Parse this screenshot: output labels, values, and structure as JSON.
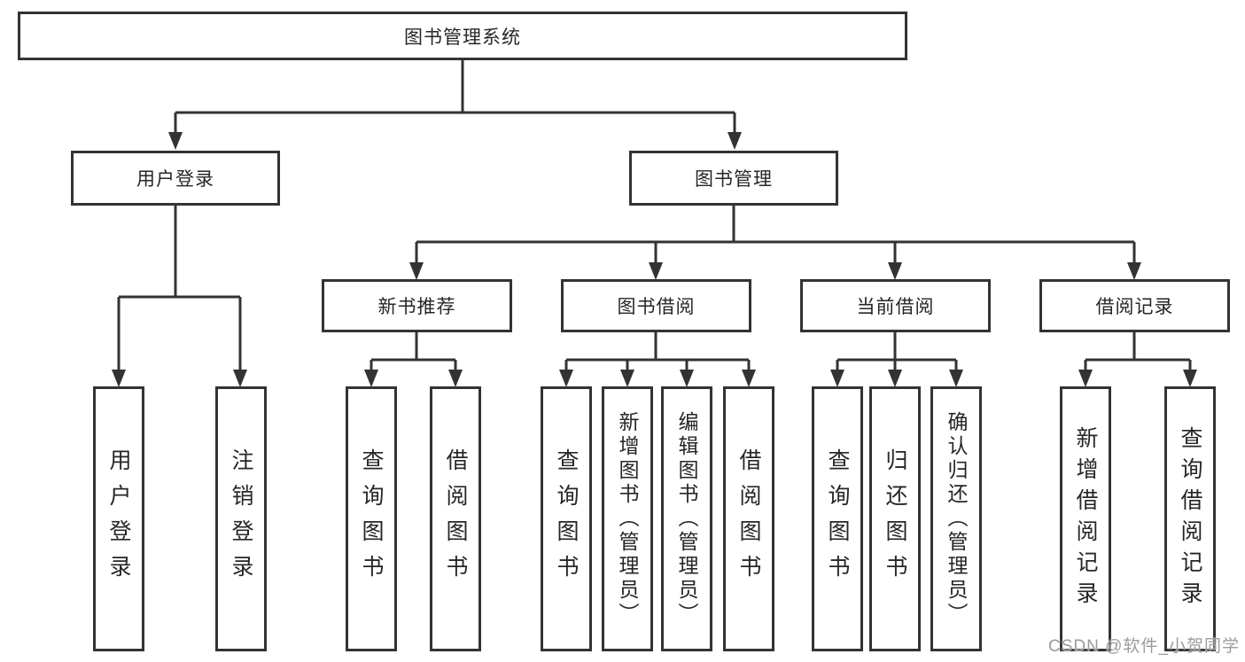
{
  "diagram": {
    "root": {
      "label": "图书管理系统"
    },
    "branches": [
      {
        "label": "用户登录",
        "children": [
          {
            "label": "用户登录"
          },
          {
            "label": "注销登录"
          }
        ]
      },
      {
        "label": "图书管理",
        "children": [
          {
            "label": "新书推荐",
            "children": [
              {
                "label": "查询图书"
              },
              {
                "label": "借阅图书"
              }
            ]
          },
          {
            "label": "图书借阅",
            "children": [
              {
                "label": "查询图书"
              },
              {
                "label": "新增图书（管理员）"
              },
              {
                "label": "编辑图书（管理员）"
              },
              {
                "label": "借阅图书"
              }
            ]
          },
          {
            "label": "当前借阅",
            "children": [
              {
                "label": "查询图书"
              },
              {
                "label": "归还图书"
              },
              {
                "label": "确认归还（管理员）"
              }
            ]
          },
          {
            "label": "借阅记录",
            "children": [
              {
                "label": "新增借阅记录"
              },
              {
                "label": "查询借阅记录"
              }
            ]
          }
        ]
      }
    ]
  },
  "watermark": {
    "text": "CSDN @软件_小贺同学"
  },
  "colors": {
    "line": "#333333",
    "text": "#262626",
    "watermark": "#9b9b9b",
    "background": "#ffffff"
  }
}
